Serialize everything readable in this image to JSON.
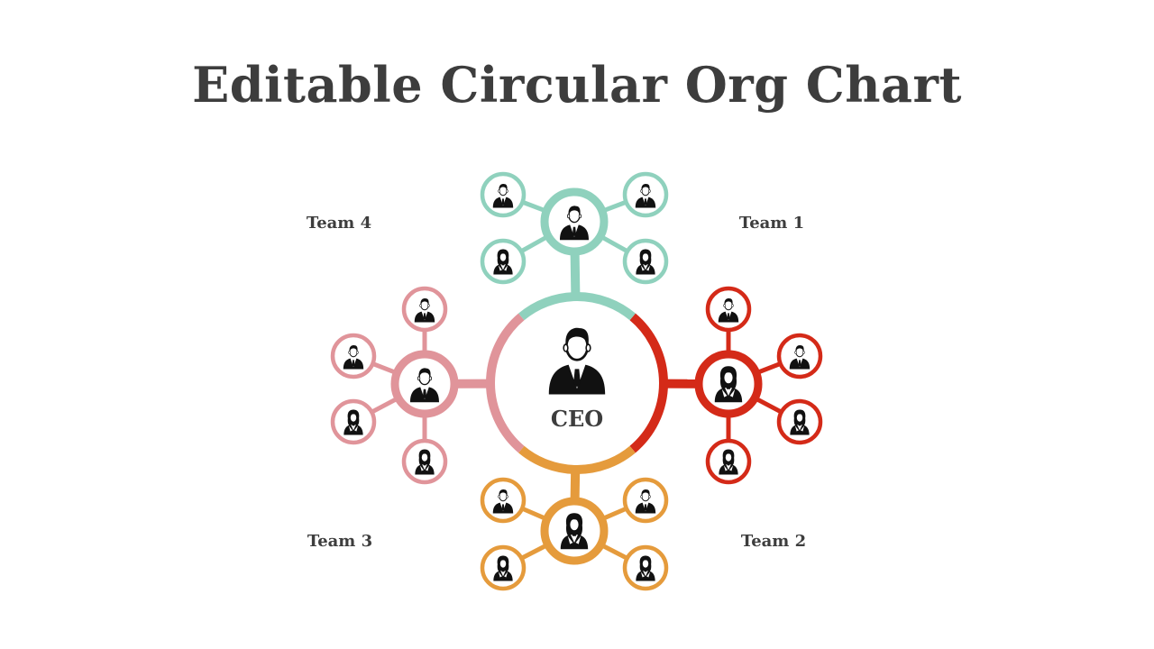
{
  "title": "Editable Circular Org Chart",
  "ceo": {
    "label": "CEO",
    "icon": "male-person-icon"
  },
  "colors": {
    "team1": "#d42a18",
    "team2": "#e59b3c",
    "team3": "#e0949a",
    "team4": "#8fd1bd"
  },
  "teams": [
    {
      "id": "team1",
      "label": "Team 1",
      "lead_icon": "female-person-icon",
      "members": [
        "male-person-icon",
        "male-person-icon",
        "female-person-icon",
        "female-person-icon"
      ]
    },
    {
      "id": "team2",
      "label": "Team 2",
      "lead_icon": "female-person-icon",
      "members": [
        "male-person-icon",
        "male-person-icon",
        "female-person-icon",
        "female-person-icon"
      ]
    },
    {
      "id": "team3",
      "label": "Team 3",
      "lead_icon": "male-person-icon",
      "members": [
        "male-person-icon",
        "male-person-icon",
        "female-person-icon",
        "female-person-icon"
      ]
    },
    {
      "id": "team4",
      "label": "Team 4",
      "lead_icon": "male-person-icon",
      "members": [
        "male-person-icon",
        "male-person-icon",
        "female-person-icon",
        "female-person-icon"
      ]
    }
  ]
}
